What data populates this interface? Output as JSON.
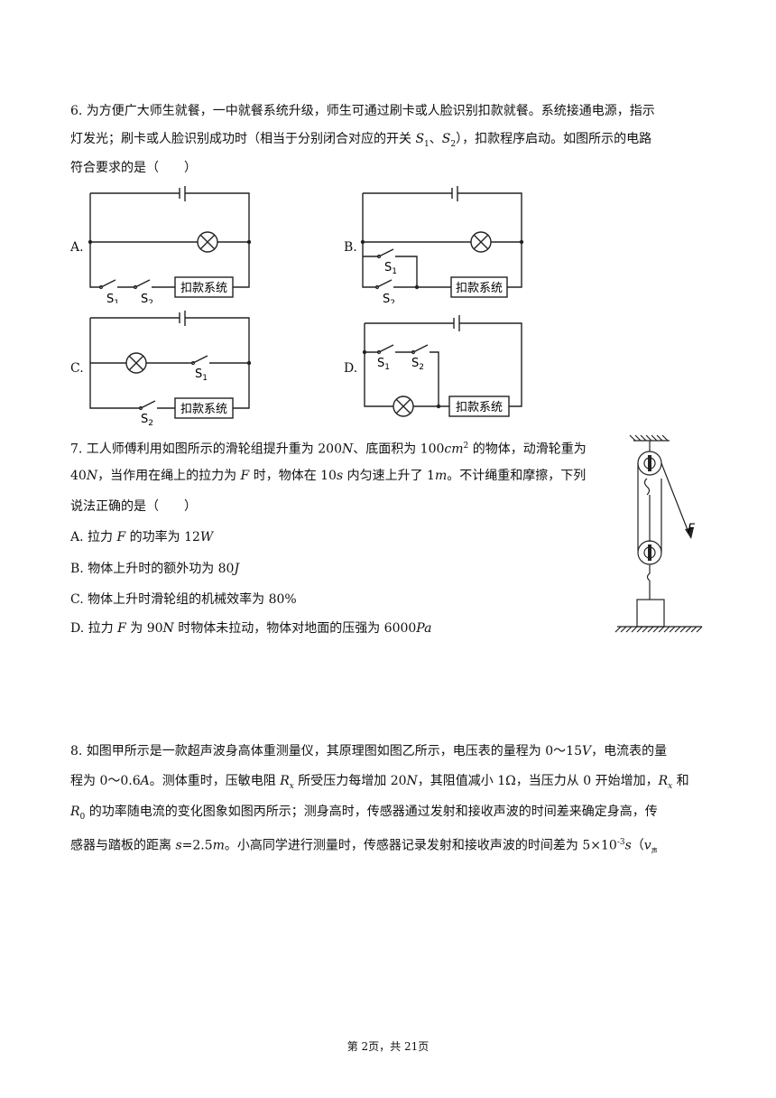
{
  "q6": {
    "line1": "6. 为方便广大师生就餐，一中就餐系统升级，师生可通过刷卡或人脸识别扣款就餐。系统接通电源，指示",
    "line2_a": "灯发光；刷卡或人脸识别成功时（相当于分别闭合对应的开关 ",
    "s1": "S",
    "s1_sub": "1",
    "sep": "、",
    "s2": "S",
    "s2_sub": "2",
    "line2_b": "），扣款程序启动。如图所示的电路",
    "line3": "符合要求的是（　　）",
    "options": [
      "A.",
      "B.",
      "C.",
      "D."
    ],
    "switch_s": "S",
    "switch_1": "1",
    "switch_2": "2",
    "box_label": "扣款系统"
  },
  "q7": {
    "line1_a": "7. 工人师傅利用如图所示的滑轮组提升重为 200",
    "u_N": "N",
    "line1_b": "、底面积为 100",
    "u_cm": "cm",
    "sup2": "2",
    "line1_c": " 的物体，动滑轮重为",
    "line2_a": "40",
    "line2_b": "，当作用在绳上的拉力为 ",
    "F": "F",
    "line2_c": " 时，物体在 10",
    "u_s": "s",
    "line2_d": " 内匀速上升了 1",
    "u_m": "m",
    "line2_e": "。不计绳重和摩擦，下列",
    "line3": "说法正确的是（　　）",
    "optA_a": "A. 拉力 ",
    "optA_b": " 的功率为 12",
    "u_W": "W",
    "optB_a": "B. 物体上升时的额外功为 80",
    "u_J": "J",
    "optC": "C. 物体上升时滑轮组的机械效率为 80%",
    "optD_a": "D. 拉力 ",
    "optD_b": " 为 90",
    "optD_c": " 时物体未拉动，物体对地面的压强为 6000",
    "u_Pa": "Pa",
    "force_label": "F"
  },
  "q8": {
    "line1_a": "8. 如图甲所示是一款超声波身高体重测量仪，其原理图如图乙所示，电压表的量程为 0～15",
    "u_V": "V",
    "line1_b": "，电流表的量",
    "line2_a": "程为 0～0.6",
    "u_A": "A",
    "line2_b": "。测体重时，压敏电阻 ",
    "R": "R",
    "sub_x": "x",
    "line2_c": " 所受压力每增加 20",
    "u_N": "N",
    "line2_d": "，其阻值减小 1Ω，当压力从 0 开始增加，",
    "line2_e": " 和",
    "sub_0": "0",
    "line3_a": " 的功率随电流的变化图象如图丙所示；测身高时，传感器通过发射和接收声波的时间差来确定身高，传",
    "line4_a": "感器与踏板的距离 ",
    "s_var": "s",
    "line4_b": "=2.5",
    "u_m": "m",
    "line4_c": "。小高同学进行测量时，传感器记录发射和接收声波的时间差为 5×10",
    "sup_exp": "-3",
    "line4_d": "（",
    "v": "v",
    "sub_sound": "声"
  },
  "footer": "第 2页，共 21页"
}
